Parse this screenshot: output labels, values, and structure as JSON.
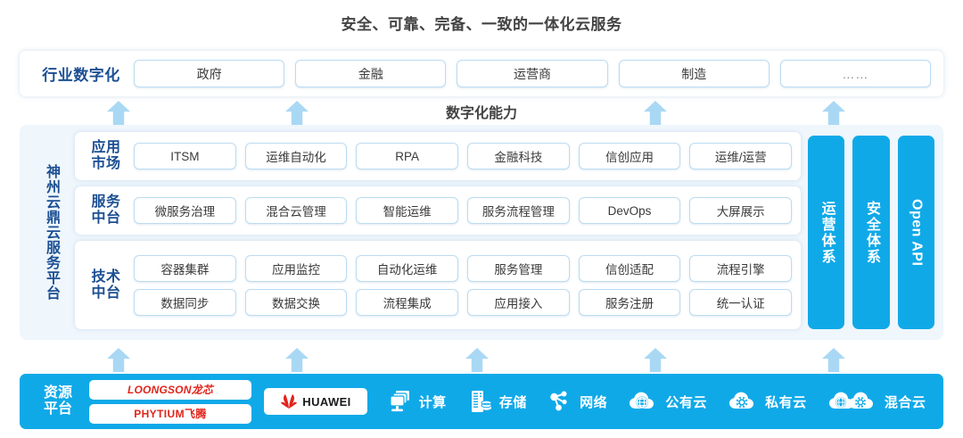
{
  "headline": "安全、可靠、完备、一致的一体化云服务",
  "colors": {
    "brand_blue": "#10a9e8",
    "navy_label": "#1c4f93",
    "panel_bg": "#eff6fc",
    "box_border": "#bbdcf2",
    "arrow": "#a9d8f5",
    "title_gray": "#434343"
  },
  "industry": {
    "label": "行业数字化",
    "items": [
      "政府",
      "金融",
      "运营商",
      "制造",
      "……"
    ]
  },
  "capability_label": "数字化能力",
  "platform": {
    "label": "神州云鼎云服务平台",
    "rows": [
      {
        "label": "应用市场",
        "label_lines": [
          "应用",
          "市场"
        ],
        "lines": [
          [
            "ITSM",
            "运维自动化",
            "RPA",
            "金融科技",
            "信创应用",
            "运维/运营"
          ]
        ]
      },
      {
        "label": "服务中台",
        "label_lines": [
          "服务",
          "中台"
        ],
        "lines": [
          [
            "微服务治理",
            "混合云管理",
            "智能运维",
            "服务流程管理",
            "DevOps",
            "大屏展示"
          ]
        ]
      },
      {
        "label": "技术中台",
        "label_lines": [
          "技术",
          "中台"
        ],
        "lines": [
          [
            "容器集群",
            "应用监控",
            "自动化运维",
            "服务管理",
            "信创适配",
            "流程引擎"
          ],
          [
            "数据同步",
            "数据交换",
            "流程集成",
            "应用接入",
            "服务注册",
            "统一认证"
          ]
        ]
      }
    ],
    "pillars": [
      {
        "text": "运营体系",
        "script": "cjk"
      },
      {
        "text": "安全体系",
        "script": "cjk"
      },
      {
        "text": "Open API",
        "script": "latin"
      }
    ]
  },
  "resource": {
    "label": "资源平台",
    "label_lines": [
      "资源",
      "平台"
    ],
    "logos": [
      {
        "name": "loongson-logo",
        "text": "LOONGSON龙芯"
      },
      {
        "name": "phytium-logo",
        "text": "PHYTIUM飞腾"
      }
    ],
    "huawei": {
      "name": "huawei-logo",
      "text": "HUAWEI"
    },
    "items": [
      {
        "icon": "compute-icon",
        "label": "计算"
      },
      {
        "icon": "storage-icon",
        "label": "存储"
      },
      {
        "icon": "network-icon",
        "label": "网络"
      },
      {
        "icon": "public-cloud-icon",
        "label": "公有云"
      },
      {
        "icon": "private-cloud-icon",
        "label": "私有云"
      },
      {
        "icon": "hybrid-cloud-icon",
        "label": "混合云"
      }
    ]
  },
  "arrows": {
    "top_row_x": [
      133,
      333,
      735,
      935
    ],
    "bottom_row_x": [
      133,
      333,
      535,
      735,
      935
    ]
  }
}
